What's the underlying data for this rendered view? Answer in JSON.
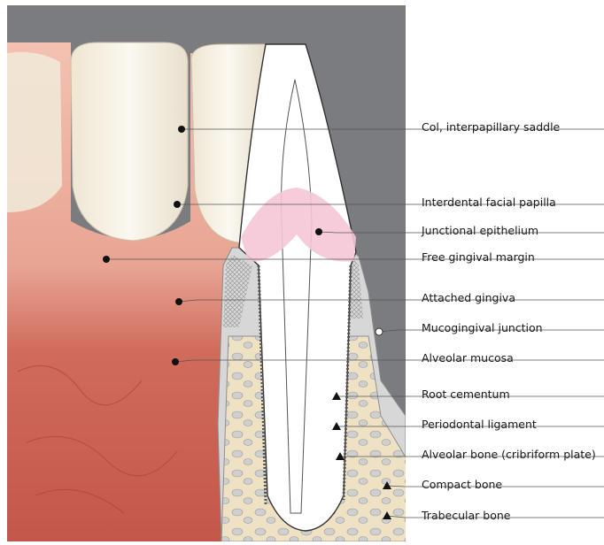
{
  "labels": [
    {
      "text": "Col, interpapillary saddle",
      "marker": "dot"
    },
    {
      "text": "Interdental facial papilla",
      "marker": "dot"
    },
    {
      "text": "Junctional epithelium",
      "marker": "dot"
    },
    {
      "text": "Free gingival margin",
      "marker": "dot"
    },
    {
      "text": "Attached gingiva",
      "marker": "dot"
    },
    {
      "text": "Mucogingival junction",
      "marker": "hollow-dot"
    },
    {
      "text": "Alveolar mucosa",
      "marker": "dot"
    },
    {
      "text": "Root cementum",
      "marker": "triangle"
    },
    {
      "text": "Periodontal ligament",
      "marker": "triangle"
    },
    {
      "text": "Alveolar bone (cribriform plate)",
      "marker": "triangle"
    },
    {
      "text": "Compact bone",
      "marker": "triangle"
    },
    {
      "text": "Trabecular bone",
      "marker": "triangle"
    }
  ],
  "colors": {
    "background_gray": "#7b7c80",
    "gingiva": "#e9a99a",
    "mucosa": "#c9584c",
    "tooth": "#f4f1ea",
    "bone": "#efe2c4",
    "pink_epithelium": "#f6c7d6",
    "leader_line": "#555555"
  }
}
